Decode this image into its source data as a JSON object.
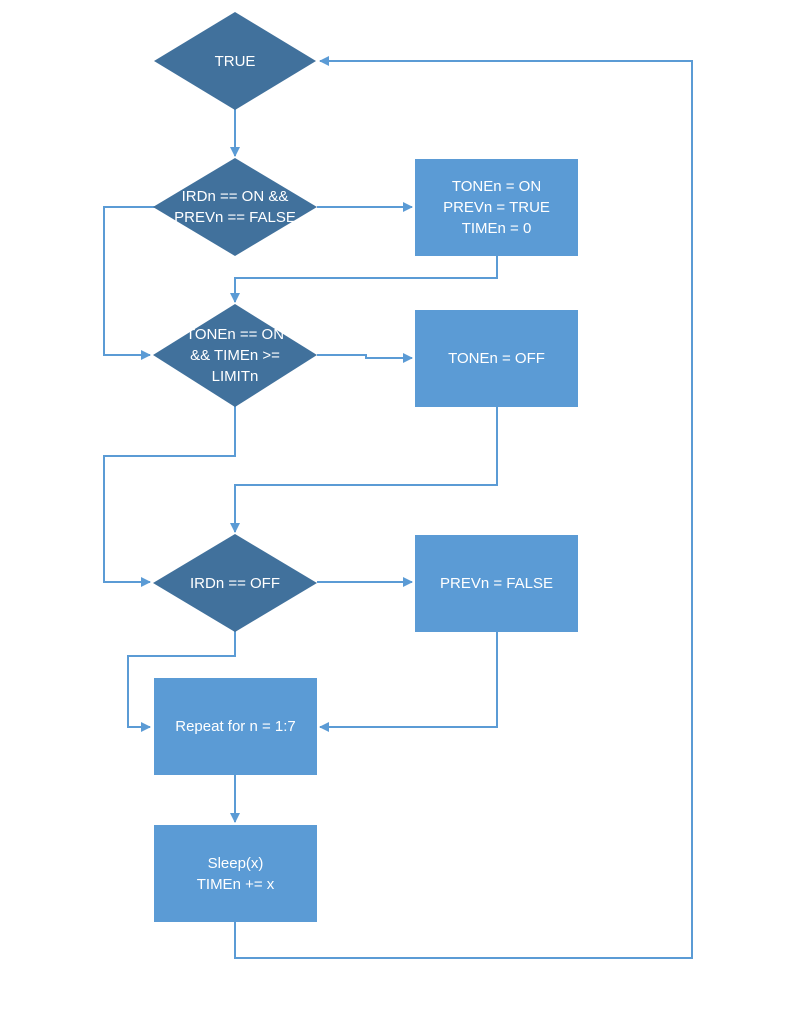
{
  "colors": {
    "shape_fill": "#5b9bd5",
    "diamond_fill": "#41719c",
    "connector": "#5b9bd5",
    "text": "#ffffff"
  },
  "nodes": {
    "start": "TRUE",
    "cond_ir_on": "IRDn == ON &&\nPREVn == FALSE",
    "act_tone_on": "TONEn = ON\nPREVn = TRUE\nTIMEn = 0",
    "cond_tone_limit": "TONEn == ON\n&& TIMEn >=\nLIMITn",
    "act_tone_off": "TONEn = OFF",
    "cond_ir_off": "IRDn == OFF",
    "act_prev_false": "PREVn = FALSE",
    "repeat": "Repeat for n = 1:7",
    "sleep": "Sleep(x)\nTIMEn += x"
  }
}
